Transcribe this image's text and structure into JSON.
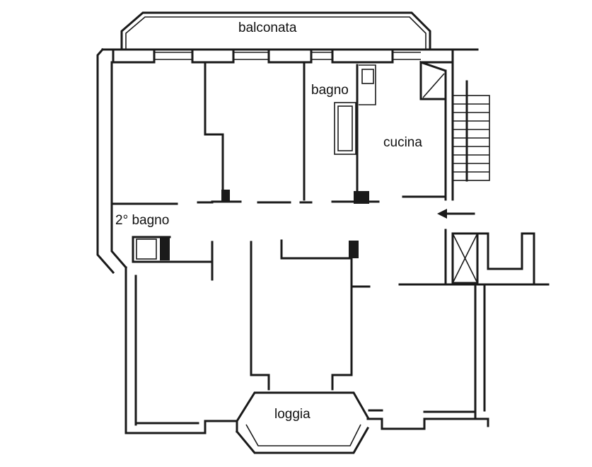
{
  "rooms": {
    "balconata": "balconata",
    "bagno": "bagno",
    "cucina": "cucina",
    "secondo_bagno": "2° bagno",
    "loggia": "loggia"
  },
  "palette": {
    "wall": "#1a1a1a",
    "background": "#ffffff"
  }
}
